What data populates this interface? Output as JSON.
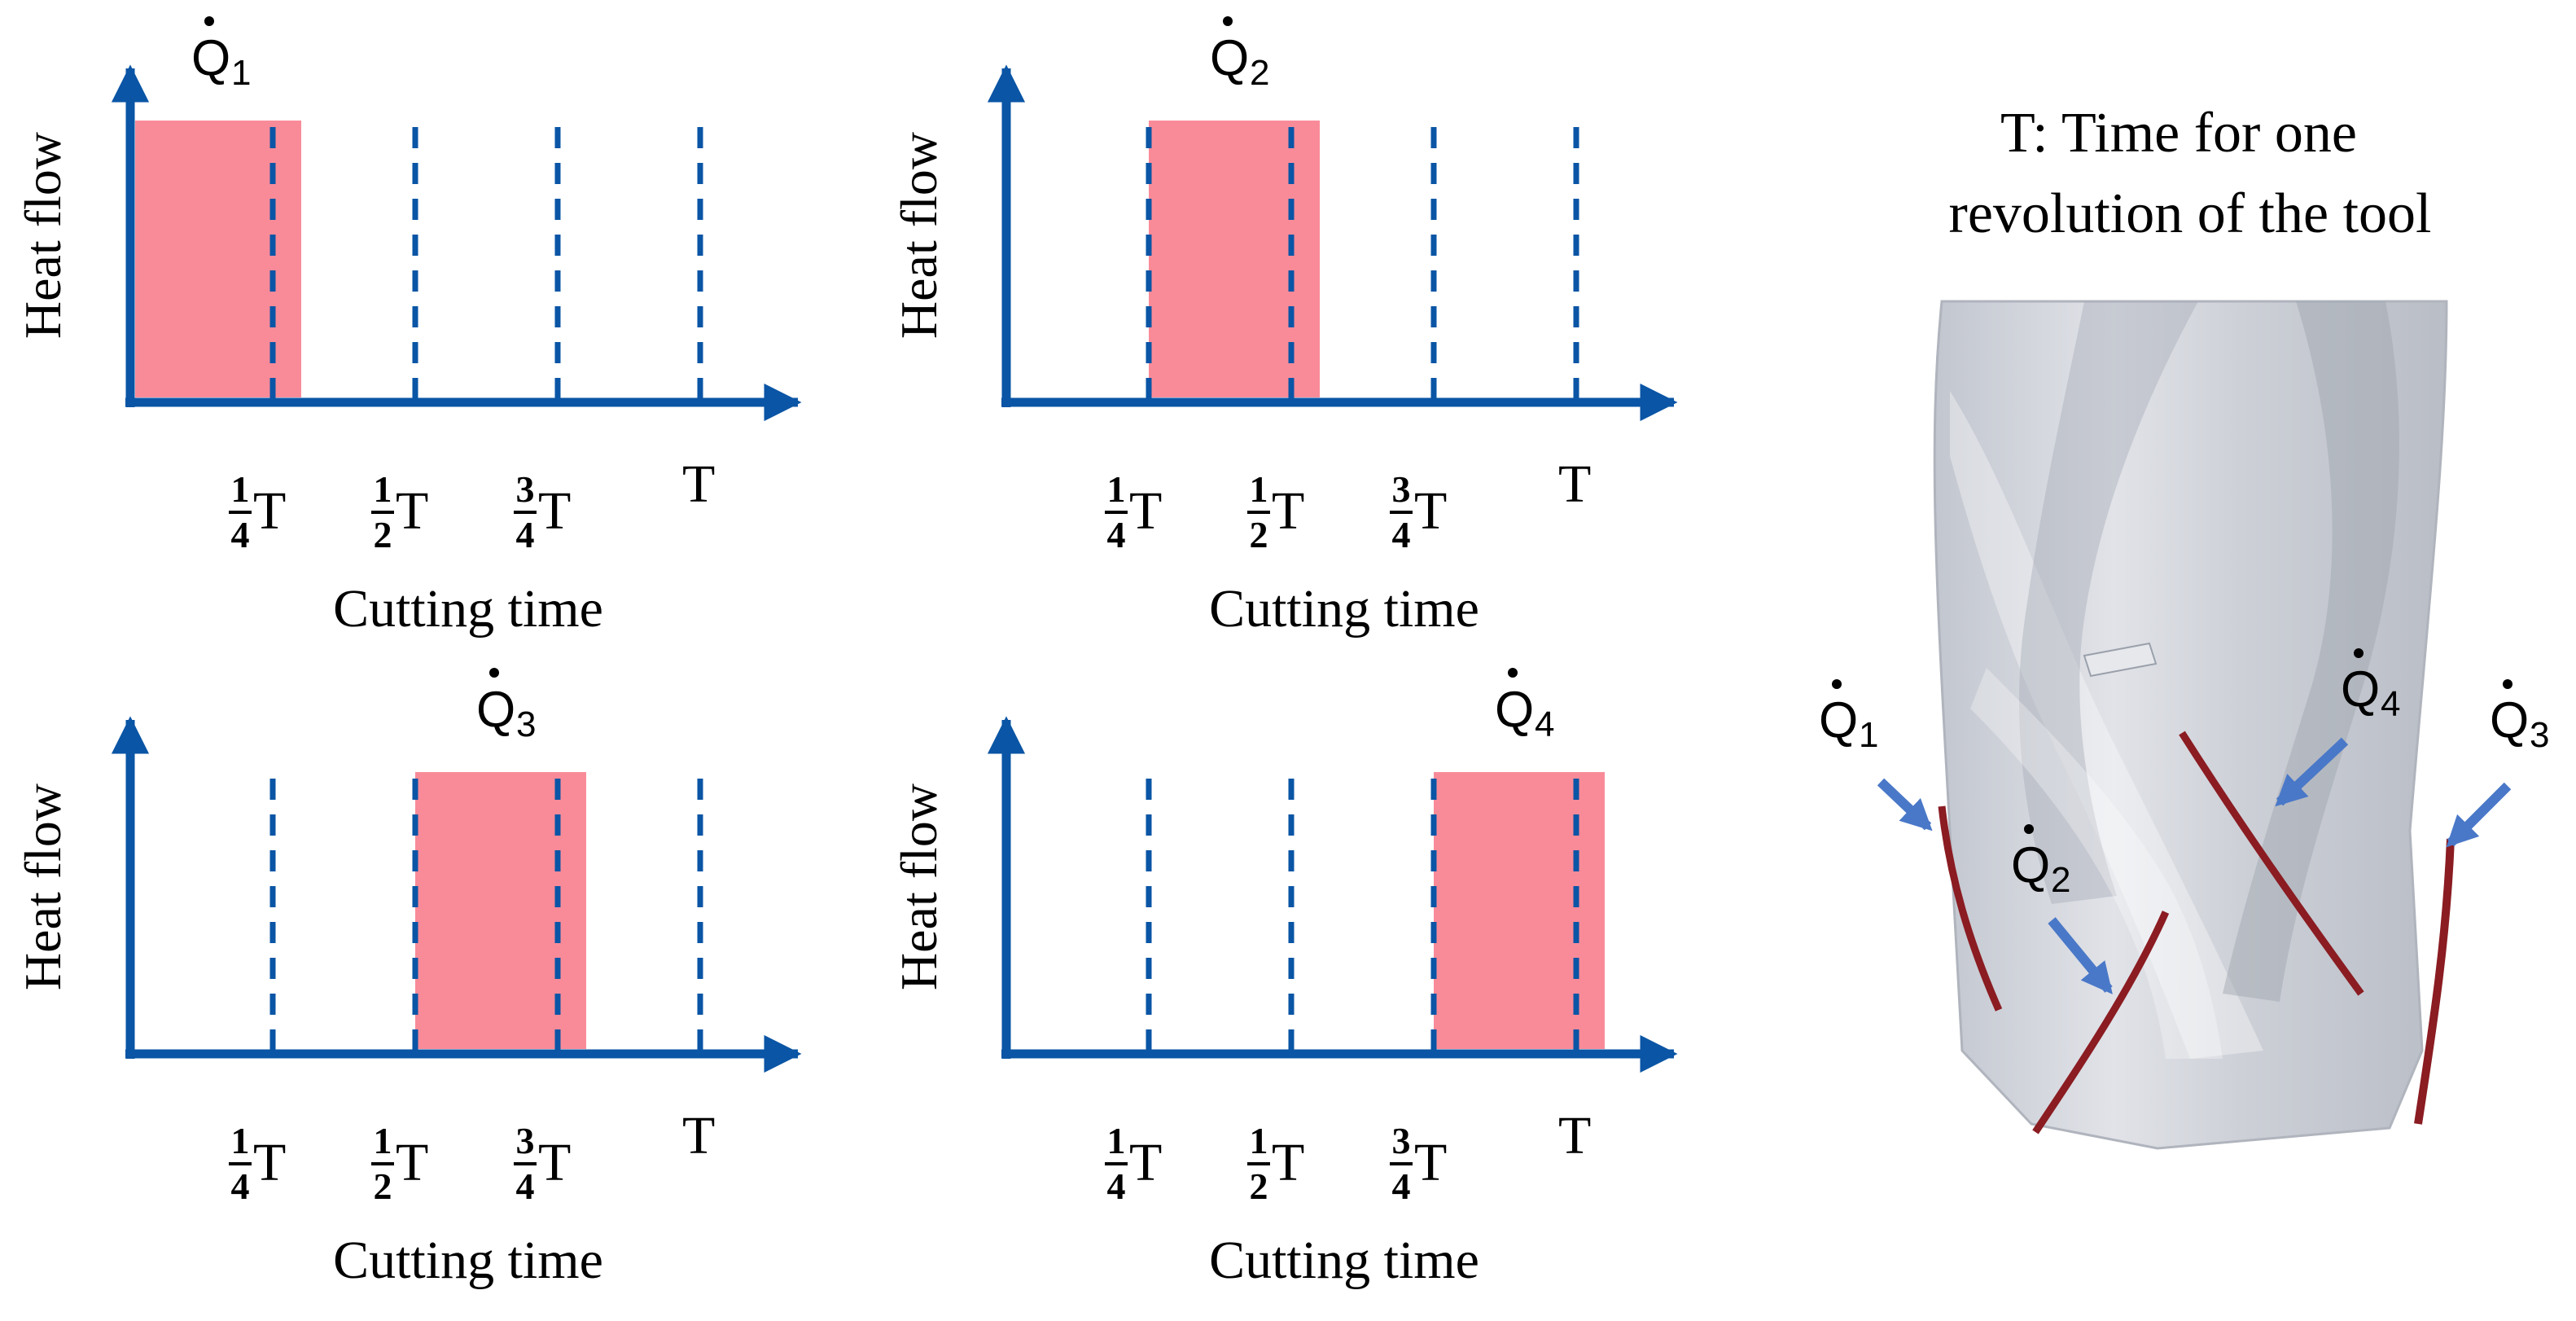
{
  "colors": {
    "axis": "#0a55a5",
    "heat_bar": "#f98b99",
    "tool_body": "#c8ccd4",
    "tool_edge": "#8a1c22",
    "pointer_arrow": "#4a78c8",
    "text": "#000000"
  },
  "axis_labels": {
    "y": "Heat flow",
    "x": "Cutting time"
  },
  "ticks": [
    {
      "num": "1",
      "den": "4",
      "unit": "T"
    },
    {
      "num": "1",
      "den": "2",
      "unit": "T"
    },
    {
      "num": "3",
      "den": "4",
      "unit": "T"
    },
    {
      "num": "",
      "den": "",
      "unit": "T"
    }
  ],
  "panels": [
    {
      "label": "Q",
      "subscript": "1",
      "pulse_start": 0.0,
      "pulse_end": 0.3
    },
    {
      "label": "Q",
      "subscript": "2",
      "pulse_start": 0.25,
      "pulse_end": 0.55
    },
    {
      "label": "Q",
      "subscript": "3",
      "pulse_start": 0.5,
      "pulse_end": 0.8
    },
    {
      "label": "Q",
      "subscript": "4",
      "pulse_start": 0.75,
      "pulse_end": 1.05
    }
  ],
  "legend": {
    "line1": "T: Time for one",
    "line2": "revolution of the tool"
  },
  "tool_labels": [
    {
      "label": "Q",
      "subscript": "1"
    },
    {
      "label": "Q",
      "subscript": "2"
    },
    {
      "label": "Q",
      "subscript": "4"
    },
    {
      "label": "Q",
      "subscript": "3"
    }
  ]
}
